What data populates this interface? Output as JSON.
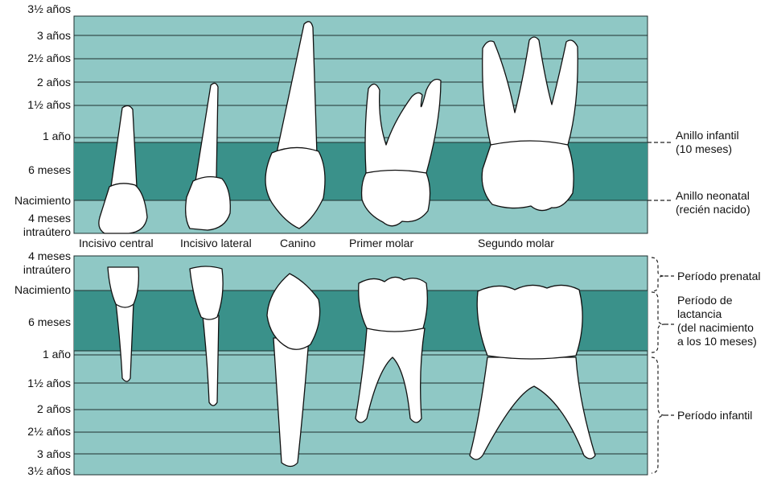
{
  "top_axis_labels": [
    {
      "id": "t35",
      "label": "3½ años"
    },
    {
      "id": "t3",
      "label": "3 años"
    },
    {
      "id": "t25",
      "label": "2½ años"
    },
    {
      "id": "t2",
      "label": "2 años"
    },
    {
      "id": "t15",
      "label": "1½ años"
    },
    {
      "id": "t1",
      "label": "1 año"
    },
    {
      "id": "t6m",
      "label": "6 meses"
    },
    {
      "id": "tnac",
      "label": "Nacimiento"
    },
    {
      "id": "t4m",
      "label": "4 meses"
    },
    {
      "id": "tintra",
      "label": "intraútero"
    }
  ],
  "bottom_axis_labels": [
    {
      "id": "b4m",
      "label": "4 meses"
    },
    {
      "id": "bintra",
      "label": "intraútero"
    },
    {
      "id": "bnac",
      "label": "Nacimiento"
    },
    {
      "id": "b6m",
      "label": "6 meses"
    },
    {
      "id": "b1",
      "label": "1 año"
    },
    {
      "id": "b15",
      "label": "1½ años"
    },
    {
      "id": "b2",
      "label": "2 años"
    },
    {
      "id": "b25",
      "label": "2½ años"
    },
    {
      "id": "b3",
      "label": "3 años"
    },
    {
      "id": "b35",
      "label": "3½ años"
    }
  ],
  "teeth": [
    "Incisivo central",
    "Incisivo lateral",
    "Canino",
    "Primer molar",
    "Segundo molar"
  ],
  "annotations": {
    "anillo_infantil": [
      "Anillo infantil",
      "(10 meses)"
    ],
    "anillo_neonatal": [
      "Anillo neonatal",
      "(recién nacido)"
    ],
    "periodo_prenatal": [
      "Período prenatal"
    ],
    "periodo_lactancia": [
      "Período de",
      "lactancia",
      "(del nacimiento",
      "a los 10 meses)"
    ],
    "periodo_infantil": [
      "Período infantil"
    ]
  },
  "colors": {
    "light_band": "#8fc8c5",
    "dark_band": "#3a918a",
    "line": "#1f2f2f",
    "tooth": "#ffffff",
    "outline": "#111111"
  }
}
